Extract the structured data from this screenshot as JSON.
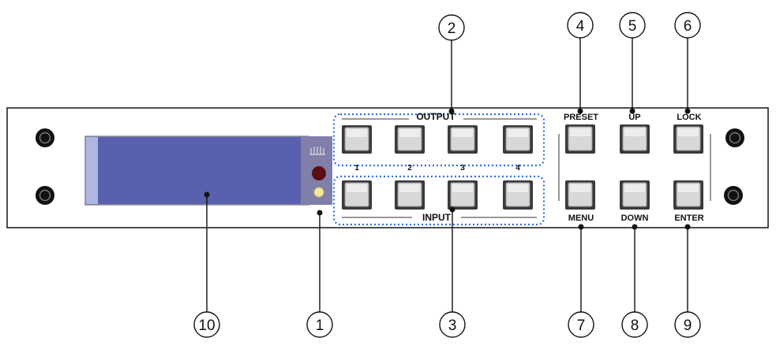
{
  "panel": {
    "output_label": "OUTPUT",
    "input_label": "INPUT",
    "channel_numbers": [
      "1",
      "2",
      "3",
      "4"
    ],
    "control_labels": {
      "preset": "PRESET",
      "up": "UP",
      "lock": "LOCK",
      "menu": "MENU",
      "down": "DOWN",
      "enter": "ENTER"
    }
  },
  "callouts": {
    "c1": "1",
    "c2": "2",
    "c3": "3",
    "c4": "4",
    "c5": "5",
    "c6": "6",
    "c7": "7",
    "c8": "8",
    "c9": "9",
    "c10": "10"
  },
  "colors": {
    "display": "#5a60b0",
    "display_edge": "#9aa0d8",
    "ir_window": "#7f7faa",
    "ir_receiver": "#5a0e14",
    "led": "#f3e7a0",
    "group_outline": "#2f6fd8"
  }
}
